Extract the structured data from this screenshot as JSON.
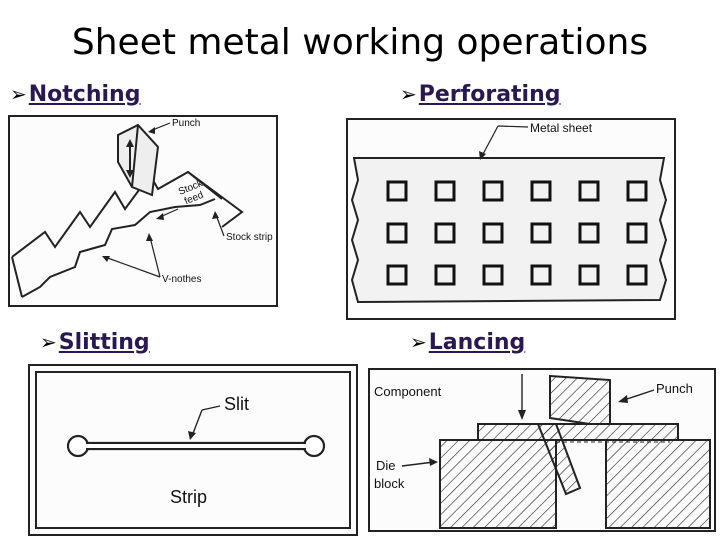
{
  "title": "Sheet metal working operations",
  "bullet_icon": "arrow-right-icon",
  "colors": {
    "heading": "#2a1850",
    "title": "#000000",
    "ink": "#111111"
  },
  "sections": {
    "notching": {
      "heading": "Notching",
      "labels": {
        "punch": "Punch",
        "stock_feed_1": "Stock",
        "stock_feed_2": "feed",
        "stock_strip": "Stock strip",
        "v_notches": "V-nothes"
      }
    },
    "perforating": {
      "heading": "Perforating",
      "labels": {
        "metal_sheet": "Metal sheet"
      }
    },
    "slitting": {
      "heading": "Slitting",
      "labels": {
        "slit": "Slit",
        "strip": "Strip"
      }
    },
    "lancing": {
      "heading": "Lancing",
      "labels": {
        "component": "Component",
        "punch": "Punch",
        "die_1": "Die",
        "die_2": "block"
      }
    }
  }
}
